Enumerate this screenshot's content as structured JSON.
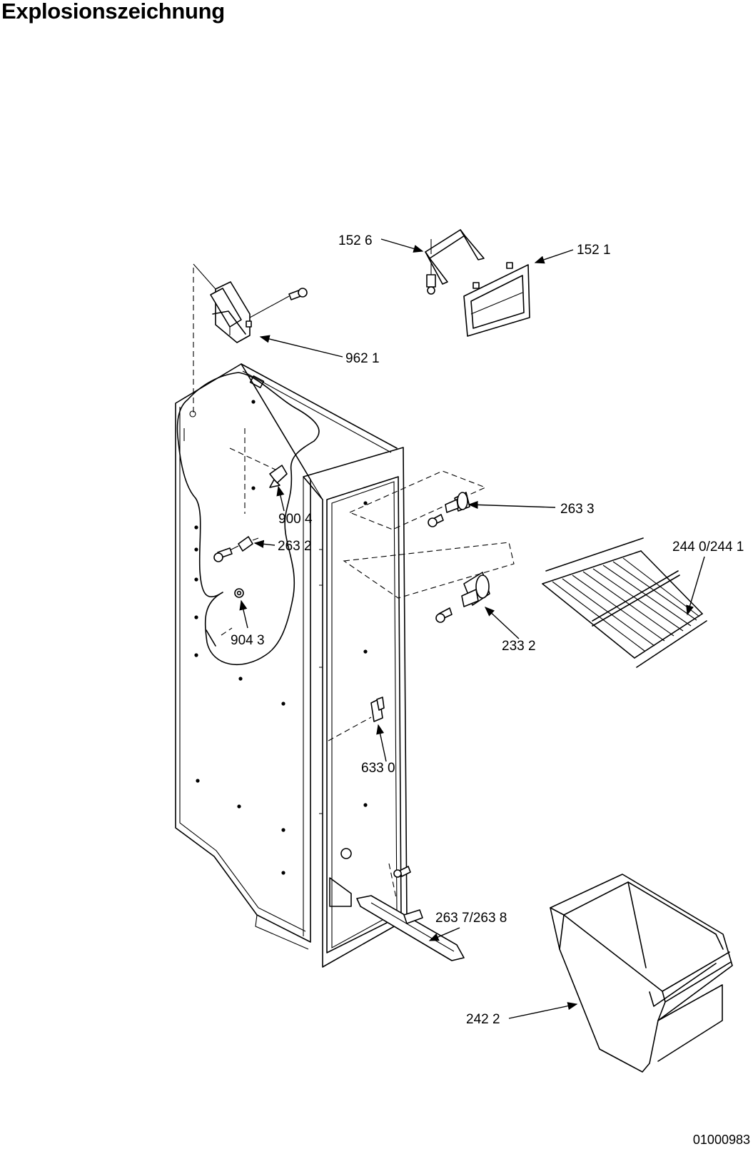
{
  "title": "Explosionszeichnung",
  "document_number": "01000983",
  "callouts": {
    "c1526": "152 6",
    "c1521": "152 1",
    "c9621": "962 1",
    "c9004": "900 4",
    "c2632": "263 2",
    "c9043": "904 3",
    "c2633": "263 3",
    "c2440": "244 0/244 1",
    "c2332": "233 2",
    "c6330": "633 0",
    "c2637": "263 7/263 8",
    "c2422": "242 2"
  }
}
